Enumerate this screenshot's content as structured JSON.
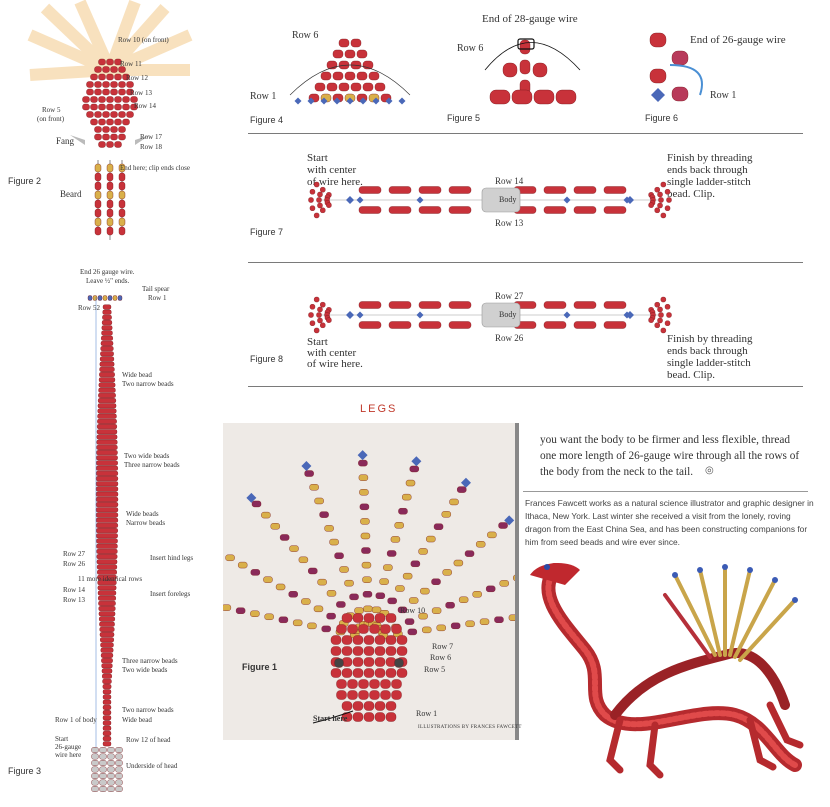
{
  "figures": {
    "fig2": {
      "caption": "Figure 2",
      "labels": [
        "Row 10 (on front)",
        "Row 11",
        "Row 12",
        "Row 13",
        "Row 14",
        "Row 5",
        "(on front)",
        "Fang",
        "Row 17",
        "Row 18",
        "End here; clip ends close",
        "Beard"
      ]
    },
    "fig3": {
      "caption": "Figure 3",
      "labels": [
        "End 26 gauge wire.",
        "Leave ½\" ends.",
        "Tail spear",
        "Row 1",
        "Row 52",
        "Wide bead",
        "Two narrow beads",
        "Two wide beads",
        "Three narrow beads",
        "Wide beads",
        "Narrow beads",
        "Row 27",
        "Row 26",
        "Insert hind legs",
        "11 more identical rows",
        "Row 14",
        "Row 13",
        "Insert forelegs",
        "Three narrow beads",
        "Two wide beads",
        "Two narrow beads",
        "Wide bead",
        "Row 1 of body",
        "Start",
        "26-gauge",
        "wire here",
        "Row 12 of head",
        "Underside of head"
      ]
    },
    "fig4": {
      "caption": "Figure 4",
      "labels": [
        "Row 6",
        "Row 1"
      ]
    },
    "fig5": {
      "caption": "Figure 5",
      "labels": [
        "End of 28-gauge wire",
        "Row 6"
      ]
    },
    "fig6": {
      "caption": "Figure 6",
      "labels": [
        "End of 26-gauge wire",
        "Row 1"
      ]
    },
    "fig7": {
      "caption": "Figure 7",
      "start": [
        "Start",
        "with center",
        "of wire here."
      ],
      "finish": [
        "Finish by threading",
        "ends back through",
        "single ladder-stitch",
        "bead.  Clip."
      ],
      "row_top": "Row 14",
      "row_bottom": "Row 13",
      "body": "Body"
    },
    "fig8": {
      "caption": "Figure 8",
      "start": [
        "Start",
        "with center",
        "of wire here."
      ],
      "finish": [
        "Finish by threading",
        "ends back through",
        "single ladder-stitch",
        "bead.  Clip."
      ],
      "row_top": "Row 27",
      "row_bottom": "Row 26",
      "body": "Body"
    },
    "fig1": {
      "caption": "Figure 1",
      "labels": [
        "Row 10",
        "Row 7",
        "Row 6",
        "Row 5",
        "Row 1",
        "Start here"
      ],
      "credit": "ILLUSTRATIONS BY FRANCES FAWCETT"
    }
  },
  "section_heading": "LEGS",
  "article_text": [
    "you want the body to be firmer and less flexible, thread",
    "one more length of 26-gauge wire through all the rows of",
    "the body from the neck to the tail."
  ],
  "bio_text": [
    "Frances Fawcett works as a natural science illustrator and graphic designer in",
    "Ithaca, New York. Last winter she received a visit from the lonely, roving",
    "dragon from the East China Sea, and has been constructing companions for",
    "him from seed beads and wire ever since."
  ],
  "colors": {
    "bead_red": "#c8323a",
    "bead_gold": "#d9b04a",
    "bead_blue": "#4a68b8",
    "heading_red": "#c0392b"
  }
}
